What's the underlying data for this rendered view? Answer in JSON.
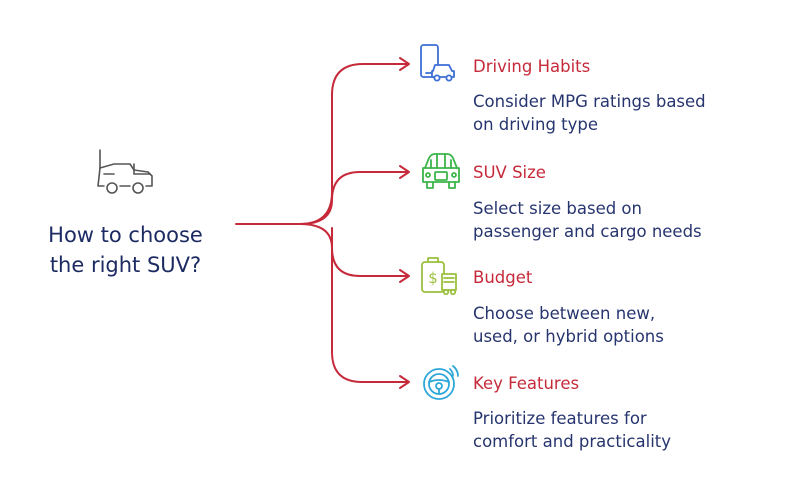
{
  "root": {
    "title_lines": [
      "How to choose",
      "the right SUV?"
    ],
    "icon": "suv-icon"
  },
  "connector_color": "#c62a3a",
  "branches": [
    {
      "title": "Driving Habits",
      "description_lines": [
        "Consider MPG ratings based",
        "on driving type"
      ],
      "icon": "phone-car-icon",
      "icon_color": "#3d6fd6"
    },
    {
      "title": "SUV Size",
      "description_lines": [
        "Select size based on",
        "passenger and cargo needs"
      ],
      "icon": "car-front-icon",
      "icon_color": "#3cb54a"
    },
    {
      "title": "Budget",
      "description_lines": [
        "Choose between new,",
        "used, or hybrid options"
      ],
      "icon": "budget-icon",
      "icon_color": "#9bc13c"
    },
    {
      "title": "Key Features",
      "description_lines": [
        "Prioritize features for",
        "comfort and practicality"
      ],
      "icon": "steering-wheel-icon",
      "icon_color": "#2ea8d8"
    }
  ]
}
